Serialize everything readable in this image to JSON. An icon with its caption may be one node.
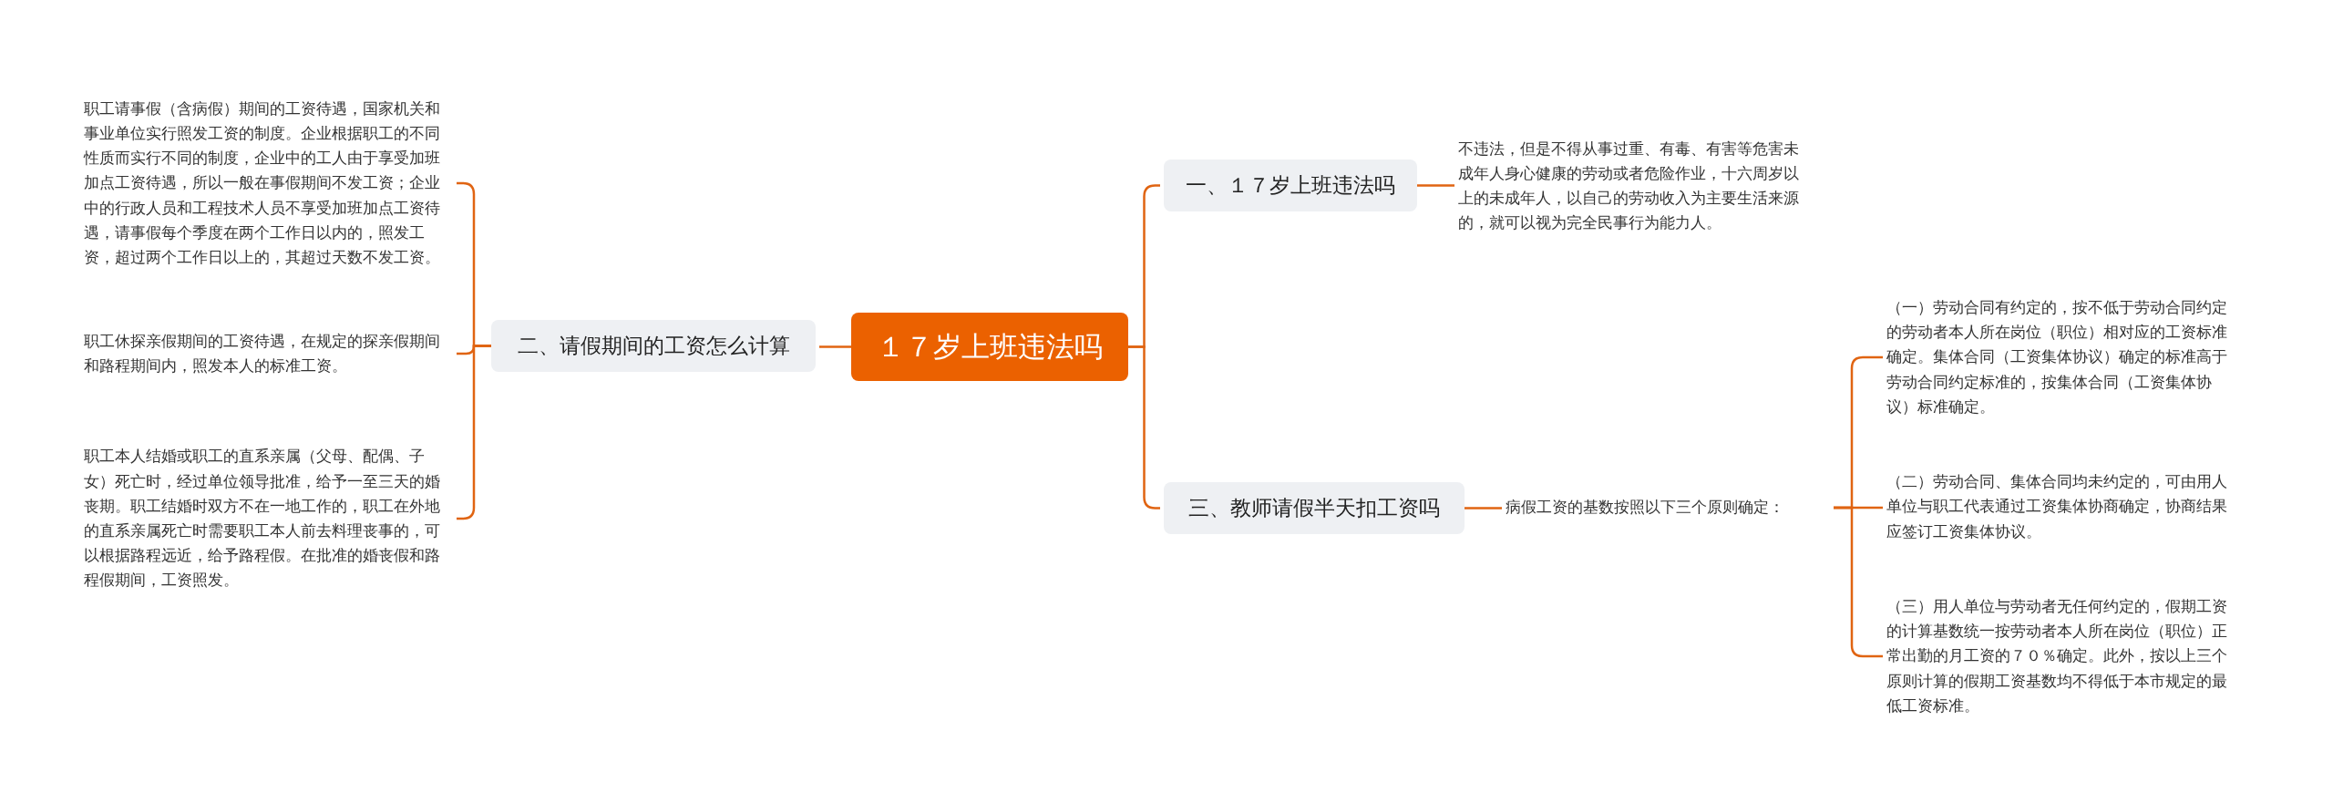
{
  "diagram": {
    "nodes": [
      {
        "text": [
          "１７岁上班违法吗"
        ]
      },
      {
        "text": [
          "一、１７岁上班违法吗"
        ]
      },
      {
        "text": [
          "不违法，但是不得从事过重、有毒、有害等危害未成年人身心健康的劳动或者危险作业，十六周岁以上的未成年人，以自己的劳动收入为主要生活来源的，就可以视为完全民事行为能力人。"
        ]
      },
      {
        "text": [
          "二、请假期间的工资怎么计算"
        ]
      },
      {
        "text": [
          "职工请事假（含病假）期间的工资待遇，国家机关和事业单位实行照发工资的制度。企业根据职工的不同性质而实行不同的制度，企业中的工人由于享受加班加点工资待遇，所以一般在事假期间不发工资；企业中的行政人员和工程技术人员不享受加班加点工资待遇，请事假每个季度在两个工作日以内的，照发工资，超过两个工作日以上的，其超过天数不发工资。"
        ]
      },
      {
        "text": [
          "职工休探亲假期间的工资待遇，在规定的探亲假期间和路程期间内，照发本人的标准工资。"
        ]
      },
      {
        "text": [
          "职工本人结婚或职工的直系亲属（父母、配偶、子女）死亡时，经过单位领导批准，给予一至三天的婚丧期。职工结婚时双方不在一地工作的，职工在外地的直系亲属死亡时需要职工本人前去料理丧事的，可以根据路程远近，给予路程假。在批准的婚丧假和路程假期间，工资照发。"
        ]
      },
      {
        "text": [
          "三、教师请假半天扣工资吗"
        ]
      },
      {
        "text": [
          "病假工资的基数按照以下三个原则确定："
        ]
      },
      {
        "text": [
          "（一）劳动合同有约定的，按不低于劳动合同约定的劳动者本人所在岗位（职位）相对应的工资标准确定。集体合同（工资集体协议）确定的标准高于劳动合同约定标准的，按集体合同（工资集体协议）标准确定。"
        ]
      },
      {
        "text": [
          "（二）劳动合同、集体合同均未约定的，可由用人单位与职工代表通过工资集体协商确定，协商结果应签订工资集体协议。"
        ]
      },
      {
        "text": [
          "（三）用人单位与劳动者无任何约定的，假期工资的计算基数统一按劳动者本人所在岗位（职位）正常出勤的月工资的７０％确定。此外，按以上三个原则计算的假期工资基数均不得低于本市规定的最低工资标准。"
        ]
      }
    ],
    "edges": [
      {
        "from": 0,
        "to": 1,
        "arrow": "none"
      },
      {
        "from": 1,
        "to": 2,
        "arrow": "none"
      },
      {
        "from": 0,
        "to": 3,
        "arrow": "none"
      },
      {
        "from": 3,
        "to": 4,
        "arrow": "none"
      },
      {
        "from": 3,
        "to": 5,
        "arrow": "none"
      },
      {
        "from": 3,
        "to": 6,
        "arrow": "none"
      },
      {
        "from": 0,
        "to": 7,
        "arrow": "none"
      },
      {
        "from": 7,
        "to": 8,
        "arrow": "none"
      },
      {
        "from": 8,
        "to": 9,
        "arrow": "none"
      },
      {
        "from": 8,
        "to": 10,
        "arrow": "none"
      },
      {
        "from": 8,
        "to": 11,
        "arrow": "none"
      }
    ]
  }
}
